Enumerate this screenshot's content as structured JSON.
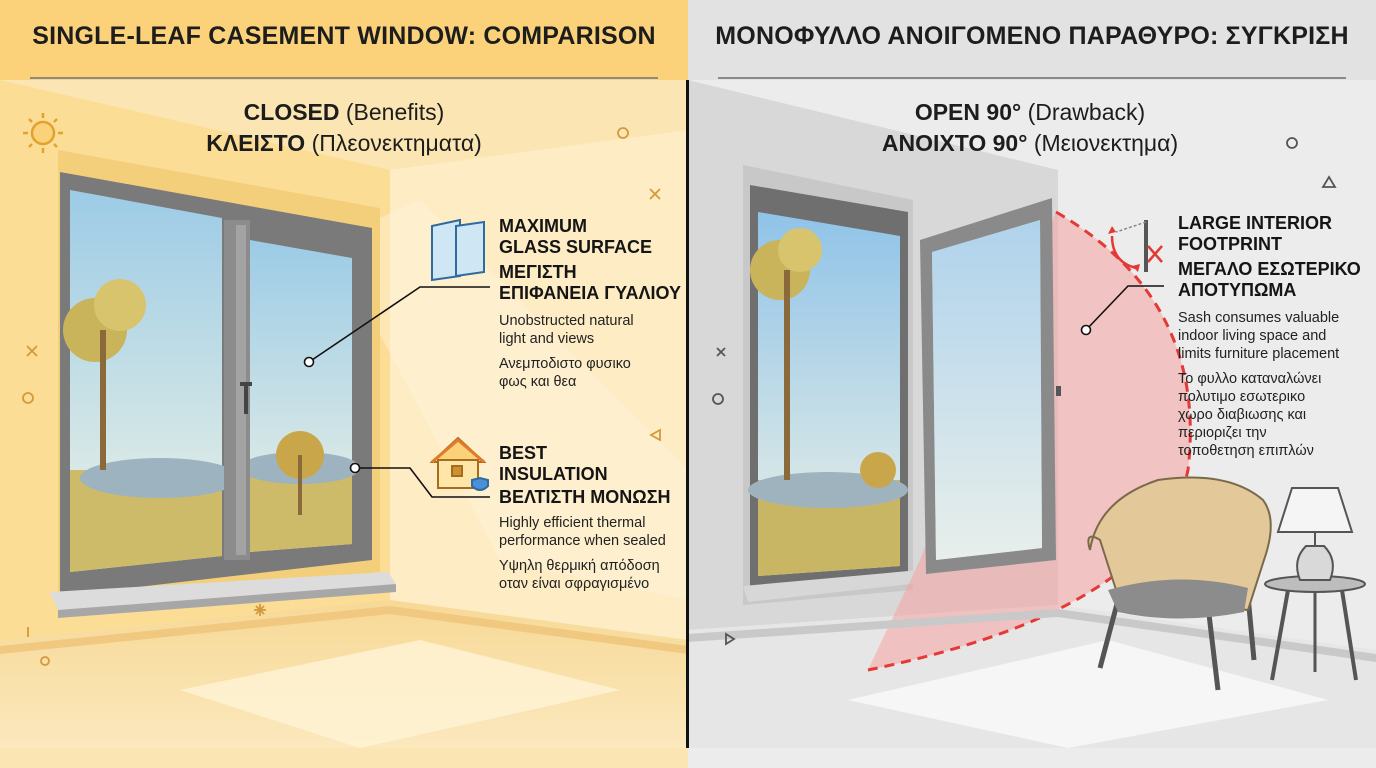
{
  "left_panel": {
    "title": "SINGLE-LEAF CASEMENT WINDOW: COMPARISON",
    "state_bold": "CLOSED",
    "state_paren": "(Benefits)",
    "state_bold_gr": "ΚΛΕΙΣΤΟ",
    "state_paren_gr": "(Πλεονεκτηματα)",
    "callouts": [
      {
        "icon": "window-panes-icon",
        "title_en_1": "MAXIMUM",
        "title_en_2": "GLASS SURFACE",
        "title_gr_1": "ΜΕΓΙΣΤΗ",
        "title_gr_2": "ΕΠΙΦΑΝΕΙΑ ΓΥΑΛΙΟΥ",
        "desc_en_1": "Unobstructed natural",
        "desc_en_2": "light and views",
        "desc_gr_1": "Ανεμποδιστο φυσικο",
        "desc_gr_2": "φως και θεα"
      },
      {
        "icon": "insulated-house-icon",
        "title_en_1": "BEST",
        "title_en_2": "INSULATION",
        "title_gr_1": "ΒΕΛΤΙΣΤΗ ΜΟΝΩΣΗ",
        "desc_en_1": "Highly efficient thermal",
        "desc_en_2": "performance when sealed",
        "desc_gr_1": "Υψηλη θερμική απόδοση",
        "desc_gr_2": "οταν είναι σφραγισμένο"
      }
    ]
  },
  "right_panel": {
    "title": "ΜΟΝΟΦΥΛΛΟ ΑΝΟΙΓΟΜΕΝΟ ΠΑΡΑΘΥΡΟ: ΣΥΓΚΡΙΣΗ",
    "state_bold": "OPEN 90°",
    "state_paren": "(Drawback)",
    "state_bold_gr": "ΑΝΟΙΧΤΟ 90°",
    "state_paren_gr": "(Μειονεκτημα)",
    "callout": {
      "icon": "swing-arc-icon",
      "title_en_1": "LARGE INTERIOR",
      "title_en_2": "FOOTPRINT",
      "title_gr_1": "ΜΕΓΑΛΟ ΕΣΩΤΕΡΙΚΟ",
      "title_gr_2": "ΑΠΟΤΥΠΩΜΑ",
      "desc_en_1": "Sash consumes valuable",
      "desc_en_2": "indoor living space and",
      "desc_en_3": "limits furniture placement",
      "desc_gr_1": "Το φυλλο καταναλώνει",
      "desc_gr_2": "πολυτιμο εσωτερικο",
      "desc_gr_3": "χωρο διαβιωσης και",
      "desc_gr_4": "περιοριζει την",
      "desc_gr_5": "τοποθετηση επιπλών"
    }
  },
  "colors": {
    "left_bg": "#fbe6b3",
    "left_header": "#fbd27a",
    "right_bg": "#ececec",
    "right_header": "#e2e2e2",
    "drawback_red": "#e53935",
    "frame_grey": "#6f6f6f"
  }
}
